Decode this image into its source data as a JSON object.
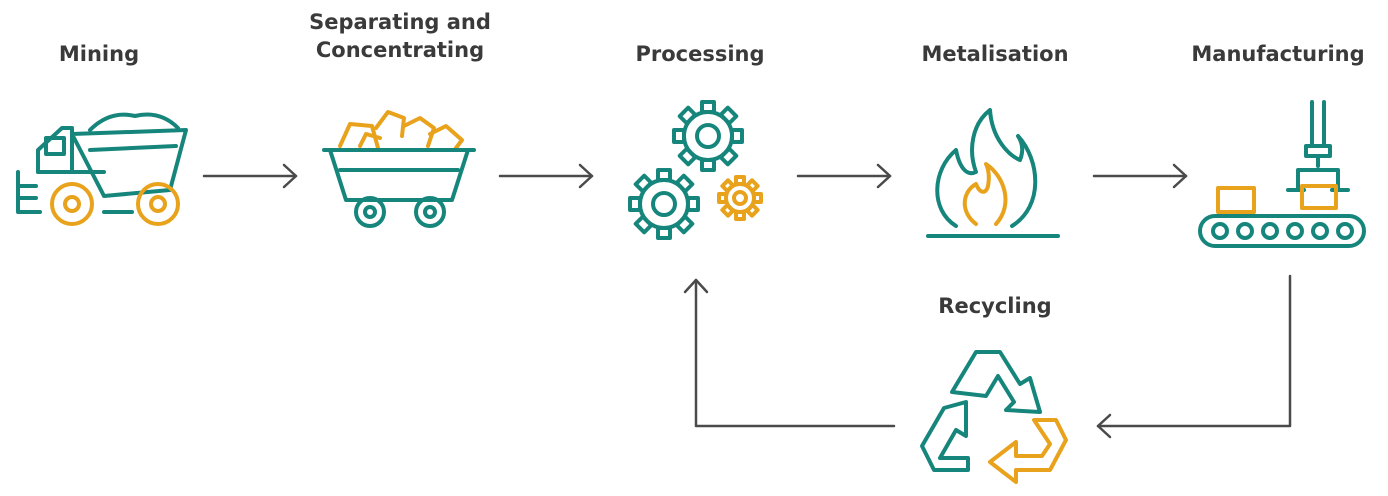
{
  "colors": {
    "teal": "#16867c",
    "gold": "#e8a21c",
    "arrow": "#4a4a4a",
    "text": "#3a3a3a"
  },
  "stages": [
    {
      "label": "Mining",
      "icon": "dump-truck-icon"
    },
    {
      "label_line1": "Separating and",
      "label_line2": "Concentrating",
      "icon": "ore-cart-icon"
    },
    {
      "label": "Processing",
      "icon": "gears-icon"
    },
    {
      "label": "Metalisation",
      "icon": "flame-icon"
    },
    {
      "label": "Manufacturing",
      "icon": "conveyor-robot-arm-icon"
    },
    {
      "label": "Recycling",
      "icon": "recycle-icon"
    }
  ]
}
